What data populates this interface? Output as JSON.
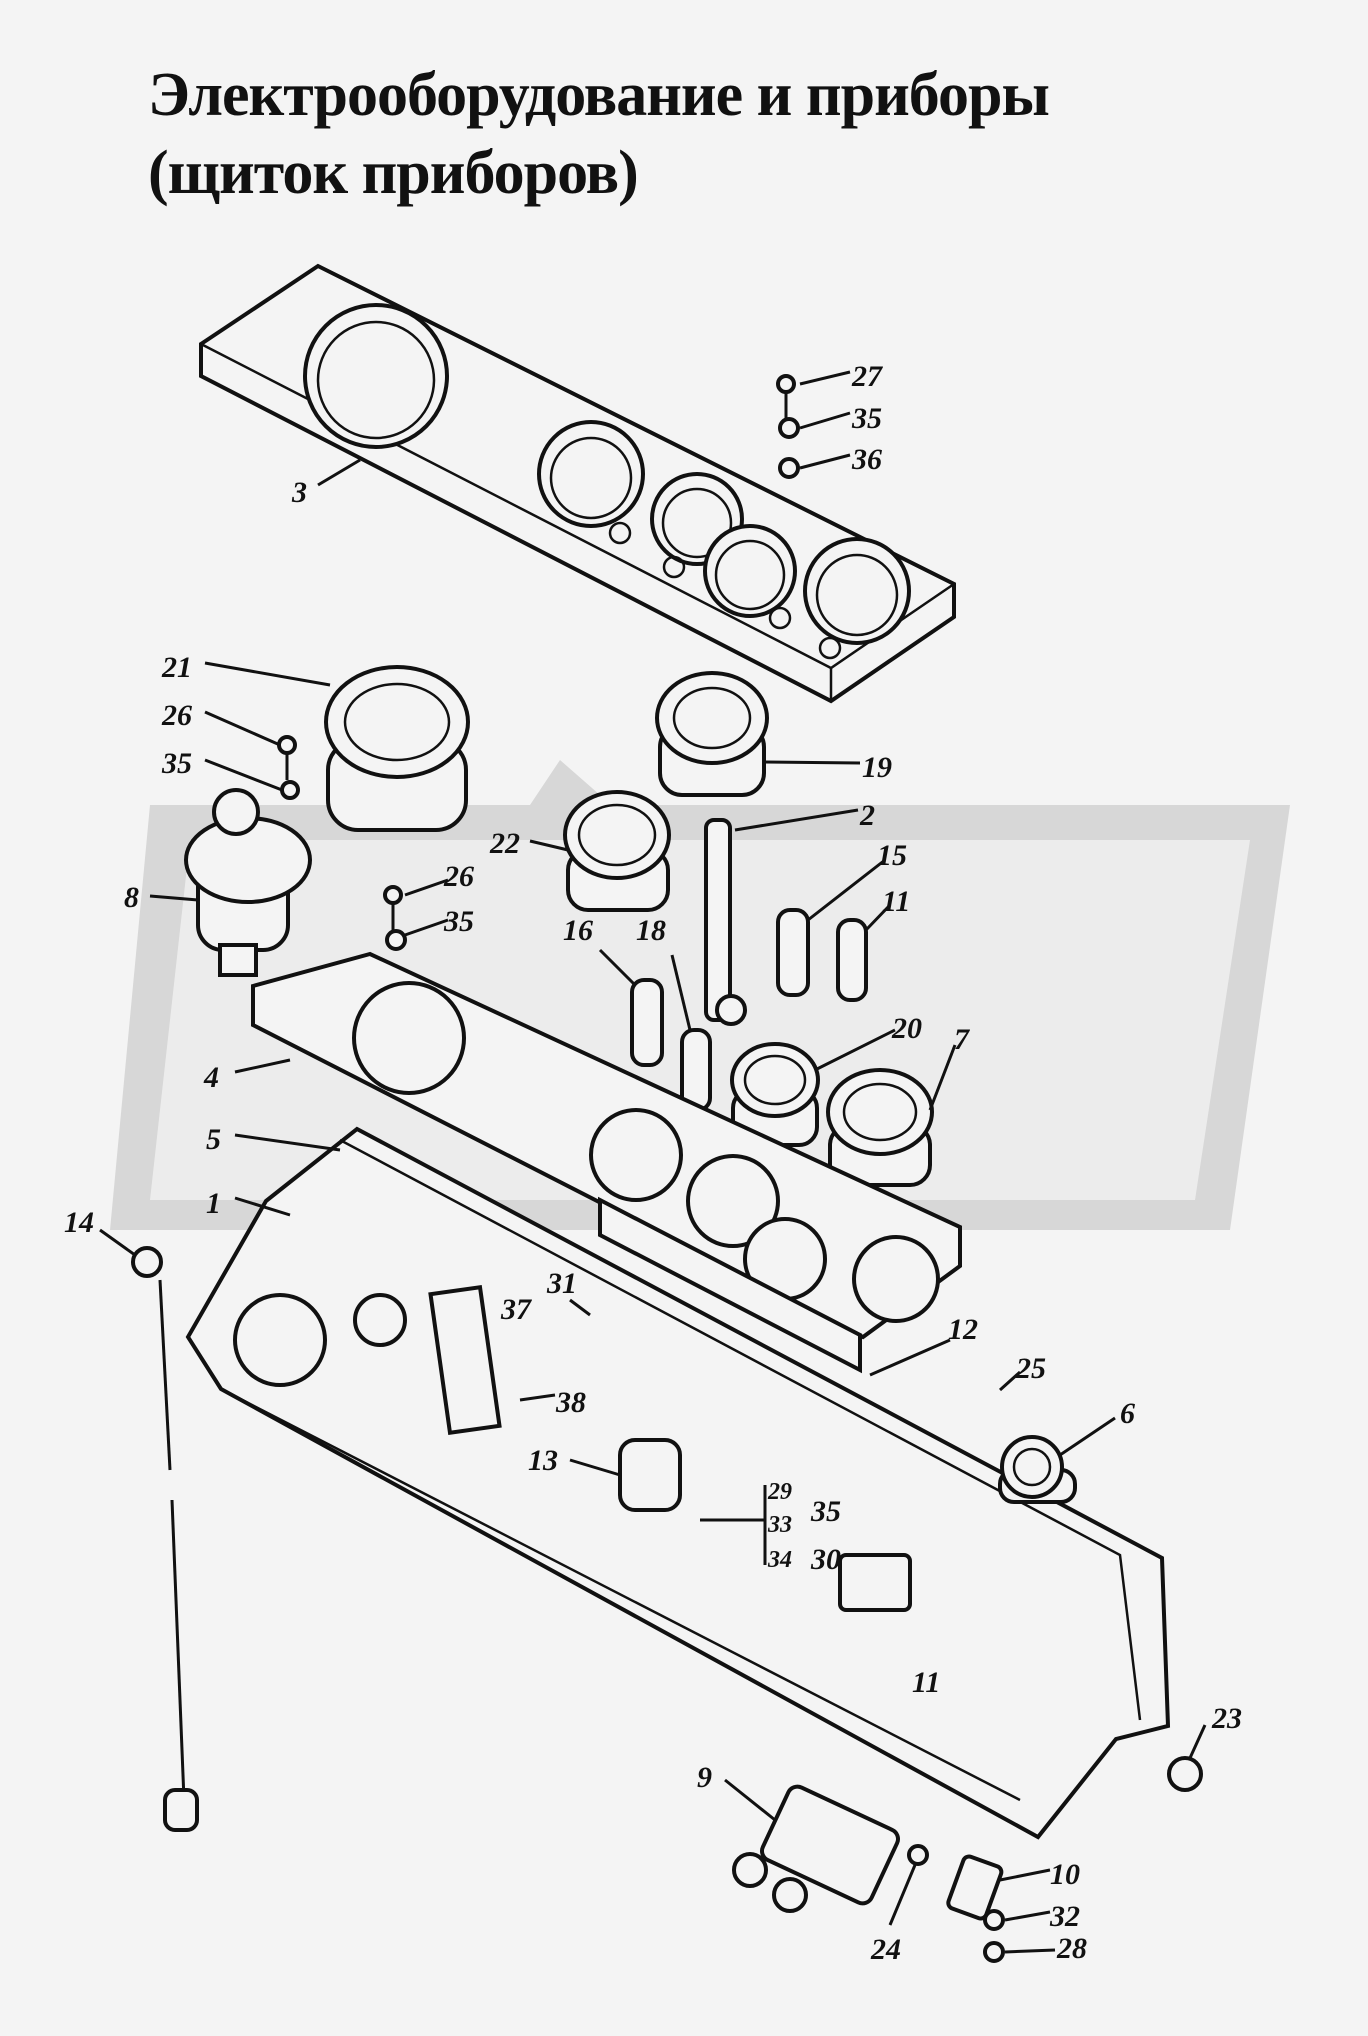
{
  "title": {
    "line1": "Электрооборудование и приборы",
    "line2": "(щиток приборов)"
  },
  "callouts": [
    {
      "id": "c27",
      "text": "27"
    },
    {
      "id": "c35a",
      "text": "35"
    },
    {
      "id": "c36",
      "text": "36"
    },
    {
      "id": "c3",
      "text": "3"
    },
    {
      "id": "c21",
      "text": "21"
    },
    {
      "id": "c26a",
      "text": "26"
    },
    {
      "id": "c35b",
      "text": "35"
    },
    {
      "id": "c19",
      "text": "19"
    },
    {
      "id": "c2",
      "text": "2"
    },
    {
      "id": "c22",
      "text": "22"
    },
    {
      "id": "c15",
      "text": "15"
    },
    {
      "id": "c8",
      "text": "8"
    },
    {
      "id": "c26b",
      "text": "26"
    },
    {
      "id": "c35c",
      "text": "35"
    },
    {
      "id": "c11a",
      "text": "11"
    },
    {
      "id": "c16",
      "text": "16"
    },
    {
      "id": "c18",
      "text": "18"
    },
    {
      "id": "c20",
      "text": "20"
    },
    {
      "id": "c7",
      "text": "7"
    },
    {
      "id": "c4",
      "text": "4"
    },
    {
      "id": "c5",
      "text": "5"
    },
    {
      "id": "c1",
      "text": "1"
    },
    {
      "id": "c14",
      "text": "14"
    },
    {
      "id": "c31",
      "text": "31"
    },
    {
      "id": "c37",
      "text": "37"
    },
    {
      "id": "c12",
      "text": "12"
    },
    {
      "id": "c38",
      "text": "38"
    },
    {
      "id": "c25",
      "text": "25"
    },
    {
      "id": "c6",
      "text": "6"
    },
    {
      "id": "c13",
      "text": "13"
    },
    {
      "id": "c29",
      "text": "29"
    },
    {
      "id": "c33",
      "text": "33"
    },
    {
      "id": "c35d",
      "text": "35"
    },
    {
      "id": "c34",
      "text": "34"
    },
    {
      "id": "c30",
      "text": "30"
    },
    {
      "id": "c11b",
      "text": "11"
    },
    {
      "id": "c23",
      "text": "23"
    },
    {
      "id": "c9",
      "text": "9"
    },
    {
      "id": "c10",
      "text": "10"
    },
    {
      "id": "c32",
      "text": "32"
    },
    {
      "id": "c24",
      "text": "24"
    },
    {
      "id": "c28",
      "text": "28"
    }
  ]
}
